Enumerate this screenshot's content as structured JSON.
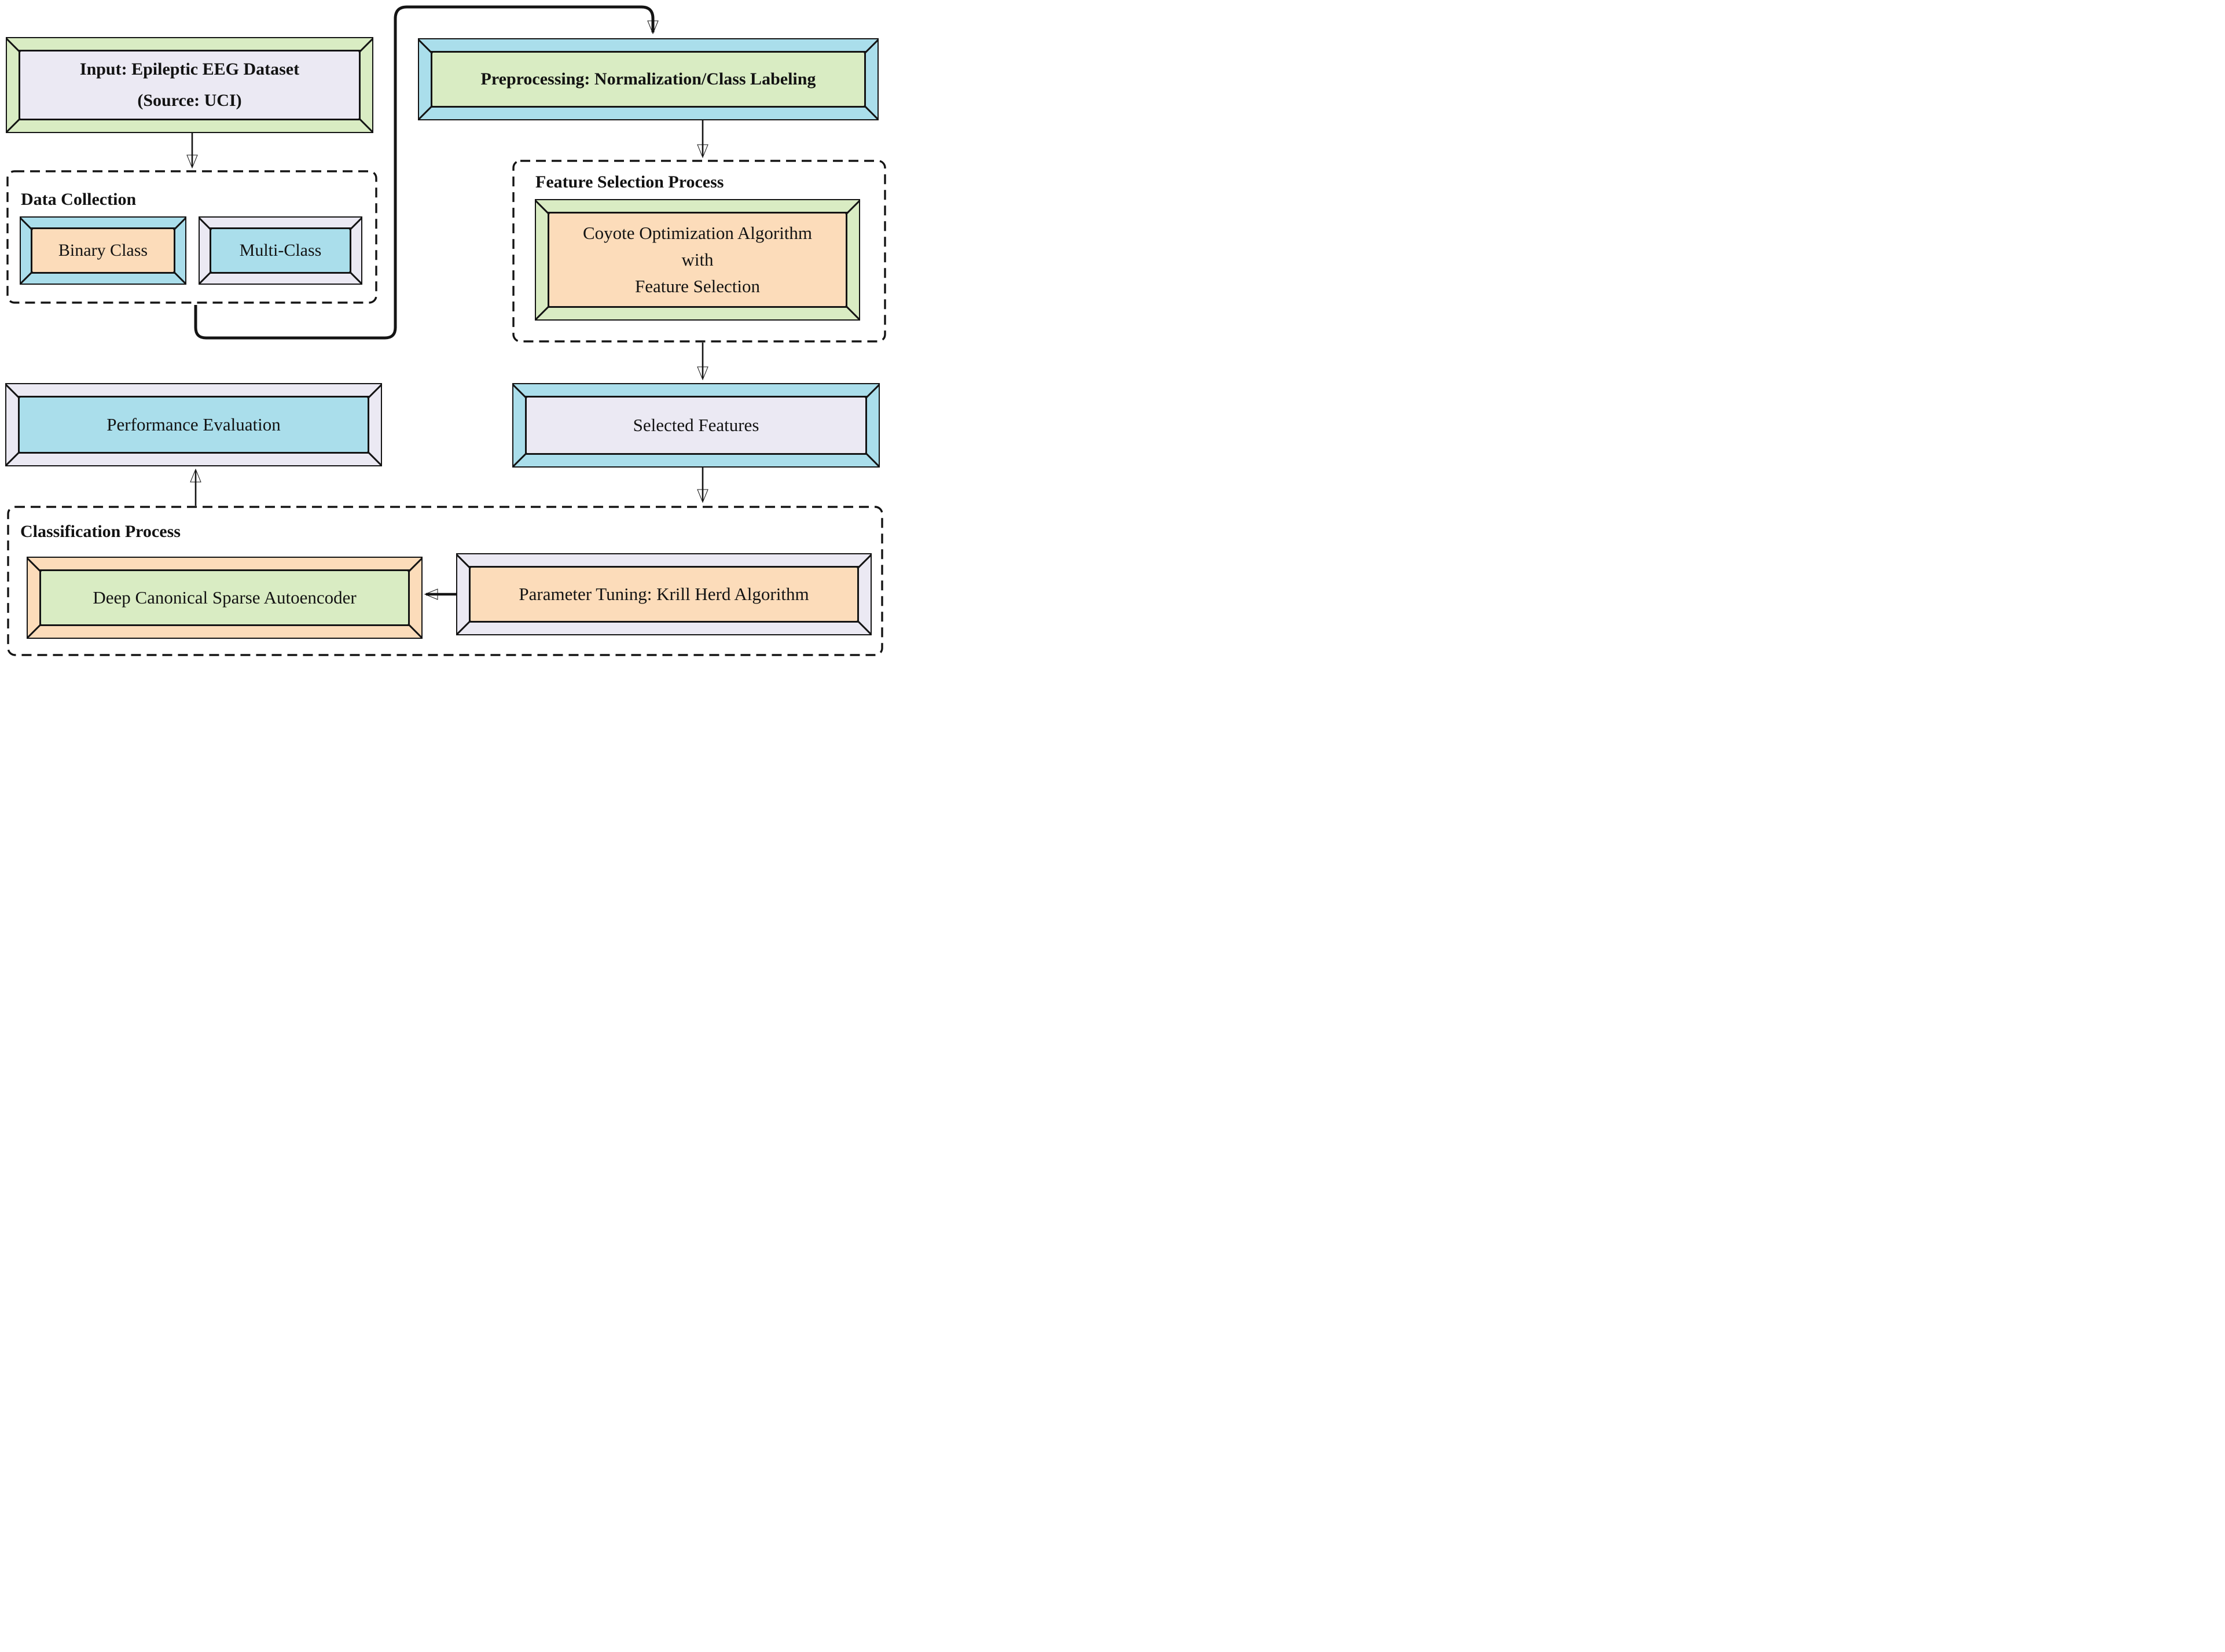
{
  "colors": {
    "green": "#d9ecc3",
    "cyan": "#aadeeb",
    "lavender": "#ebe9f3",
    "peach": "#fcdcba",
    "line": "#141414",
    "background": "#ffffff"
  },
  "nodes": {
    "input": {
      "line1": "Input: Epileptic EEG Dataset",
      "line2": "(Source: UCI)"
    },
    "preprocessing": {
      "label": "Preprocessing: Normalization/Class Labeling"
    },
    "data_collection": {
      "title": "Data Collection",
      "binary_class": "Binary Class",
      "multi_class": "Multi-Class"
    },
    "feature_selection": {
      "title": "Feature Selection Process",
      "coyote_line1": "Coyote Optimization Algorithm",
      "coyote_line2": "with",
      "coyote_line3": "Feature Selection"
    },
    "selected_features": {
      "label": "Selected Features"
    },
    "performance_evaluation": {
      "label": "Performance Evaluation"
    },
    "classification": {
      "title": "Classification Process",
      "autoencoder": "Deep Canonical Sparse Autoencoder",
      "parameter_tuning": "Parameter Tuning: Krill Herd Algorithm"
    }
  }
}
